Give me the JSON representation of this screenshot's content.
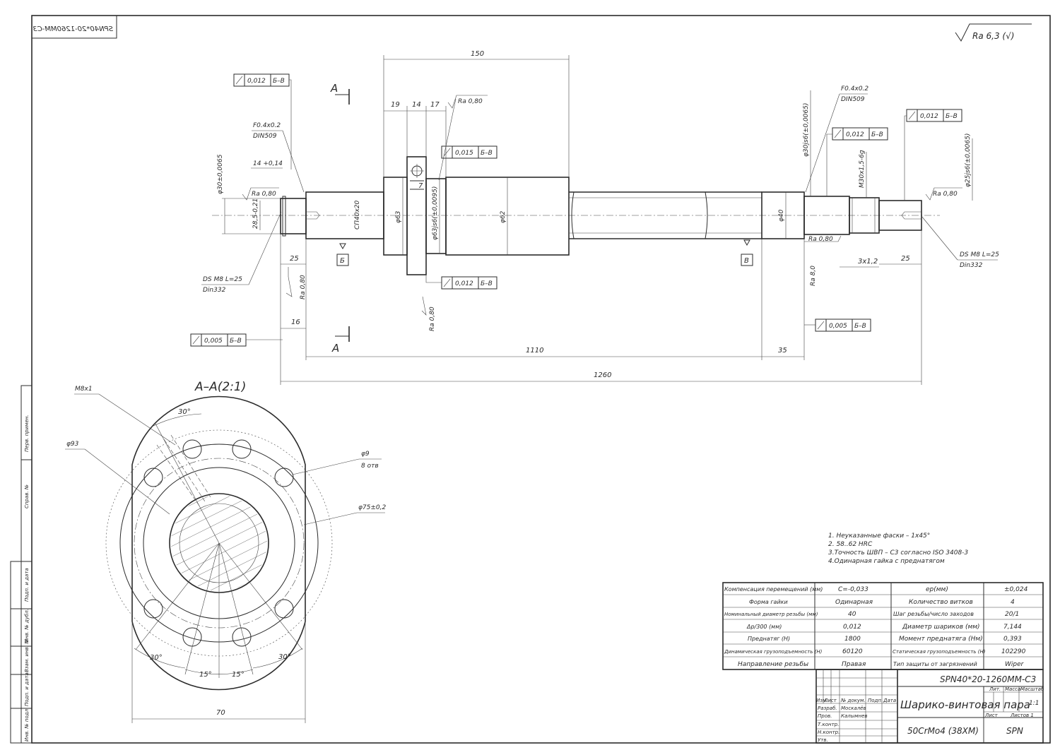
{
  "stamp_code": "SPN40*20-1260MM-C3",
  "roughness_general": "Ra 6,3 (√)",
  "section_view": {
    "label": "A–A(2:1)",
    "cut_letter": "A"
  },
  "datums": {
    "b": "Б",
    "v": "В"
  },
  "tolerance_frames": [
    {
      "value": "0,012",
      "base": "Б–В"
    },
    {
      "value": "0,015",
      "base": "Б–В"
    },
    {
      "value": "0,012",
      "base": "Б–В"
    },
    {
      "value": "0,005",
      "base": "Б–В"
    },
    {
      "value": "0,012",
      "base": "Б–В"
    },
    {
      "value": "0,012",
      "base": "Б–В"
    },
    {
      "value": "0,005",
      "base": "Б–В"
    }
  ],
  "dims": {
    "d150": "150",
    "d19": "19",
    "d14": "14",
    "d17": "17",
    "d7": "7",
    "d1110": "1110",
    "d1260": "1260",
    "d35": "35",
    "d25": "25",
    "d16": "16",
    "d14tol": "14 +0,14",
    "d3x12": "3x1,2",
    "d70": "70",
    "d30deg": "30°",
    "d15deg": "15°",
    "phi30": "φ30±0,0065",
    "phi285": "28,5-0,21",
    "thread40": "СП40x20",
    "phi63": "φ63",
    "phi63js6": "φ63js6(±0,0095)",
    "phi62": "φ62",
    "phi40": "φ40",
    "phi30js6": "φ30js6(±0,0065)",
    "m30": "M30x1,5-6g",
    "phi25js6": "φ25js6(±0,0065)",
    "phi93": "φ93",
    "phi9": "φ9",
    "holes8": "8 отв",
    "phi75": "φ75±0,2",
    "m8": "M8x1"
  },
  "roughness": {
    "ra080": "Ra 0,80",
    "ra80": "Ra 8,0"
  },
  "callouts": {
    "fo": "F0.4x0.2",
    "din509": "DIN509",
    "ds_m8": "DS M8 L=25",
    "din332": "Din332"
  },
  "notes": [
    "1. Неуказанные фаски – 1x45°",
    "2. 58..62 HRC",
    "3.Точность ШВП – С3  согласно ISO 3408-3",
    "4.Одинарная гайка с преднатягом"
  ],
  "spec_table": [
    [
      "Компенсация перемещений (мм)",
      "C=-0,033",
      "eр(мм)",
      "±0,024"
    ],
    [
      "Форма гайки",
      "Одинарная",
      "Количество витков",
      "4"
    ],
    [
      "Номинальный диаметр резьбы (мм)",
      "40",
      "Шаг резьбы/число заходов",
      "20/1"
    ],
    [
      "Δp/300 (мм)",
      "0,012",
      "Диаметр шариков (мм)",
      "7,144"
    ],
    [
      "Преднатяг (Н)",
      "1800",
      "Момент преднатяга (Нм)",
      "0,393"
    ],
    [
      "Динамическая грузоподъемность (Н)",
      "60120",
      "Статическая грузоподъемность (Н)",
      "102290"
    ],
    [
      "Направление резьбы",
      "Правая",
      "Тип защиты от загрязнений",
      "Wiper"
    ]
  ],
  "title_block": {
    "designation": "SPN40*20-1260MM-C3",
    "name": "Шарико-винтовая пара",
    "material": "50CrMo4 (38XM)",
    "company": "SPN",
    "col_lit": "Лит.",
    "col_mass": "Масса",
    "col_scale": "Масштаб",
    "scale": "1:1",
    "sheet": "Лист",
    "sheets": "Листов 1",
    "row_labels": [
      "Изм.",
      "Лист",
      "№ докум.",
      "Подп.",
      "Дата"
    ],
    "roles": [
      "Разраб.",
      "Пров.",
      "Т.контр.",
      "Н.контр.",
      "Утв."
    ],
    "people": [
      "Москалёв",
      "Калымнев"
    ]
  },
  "left_strip": [
    "Перв. примен.",
    "Справ. №",
    "Подп. и дата",
    "Инв. № дубл.",
    "Взам. инв. №",
    "Подп. и дата",
    "Инв. № подл."
  ]
}
